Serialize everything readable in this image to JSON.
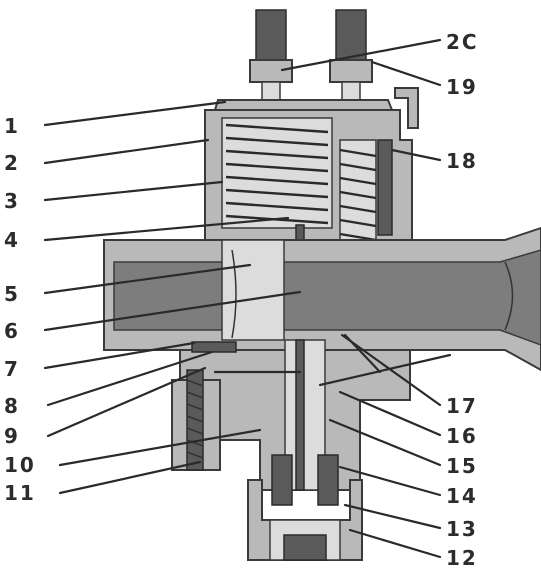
{
  "labels": {
    "left": [
      "1",
      "2",
      "3",
      "4",
      "5",
      "6",
      "7",
      "8",
      "9",
      "10",
      "11"
    ],
    "right": [
      "2C",
      "19",
      "18",
      "17",
      "16",
      "15",
      "14",
      "13",
      "12"
    ]
  },
  "colors": {
    "background": "#ffffff",
    "metal": "#b9b9b9",
    "shadow": "#5a5a5a",
    "ink": "#2a2a2a"
  }
}
